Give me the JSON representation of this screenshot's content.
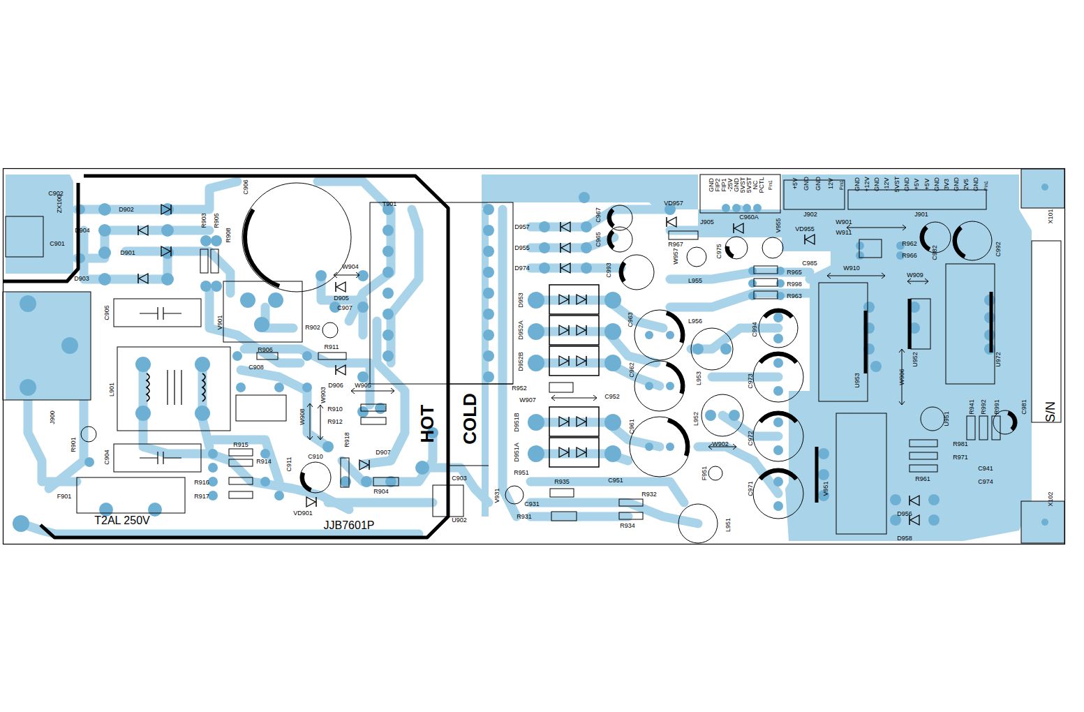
{
  "diagram": {
    "labels": [
      "ZX100",
      "C902",
      "C901",
      "D902",
      "D904",
      "D901",
      "D903",
      "R903",
      "R905",
      "R908",
      "C906",
      "T901",
      "W904",
      "D905",
      "C907",
      "R902",
      "V901",
      "C905",
      "L901",
      "J900",
      "R901",
      "C904",
      "F901",
      "T2AL 250V",
      "R906",
      "R911",
      "C908",
      "D906",
      "W905",
      "W903",
      "R910",
      "R912",
      "W908",
      "R918",
      "R915",
      "R914",
      "C911",
      "C910",
      "R916",
      "R917",
      "D907",
      "R904",
      "VD901",
      "JJB7601P",
      "HOT",
      "COLD",
      "C903",
      "U902",
      "D957",
      "D955",
      "D974",
      "C967",
      "C965",
      "C993",
      "D953",
      "D952A",
      "D952B",
      "R952",
      "W907",
      "C952",
      "D951B",
      "D951A",
      "R951",
      "R935",
      "C951",
      "V931",
      "C931",
      "R931",
      "R932",
      "R934",
      "VD957",
      "R967",
      "J905",
      "W957",
      "C975",
      "C960A",
      "V955",
      "VD955",
      "C985",
      "L955",
      "R965",
      "R998",
      "R963",
      "L956",
      "C963",
      "C962",
      "C961",
      "L953",
      "L952",
      "C994",
      "C973",
      "C972",
      "W902",
      "F951",
      "C971",
      "L951",
      "GND",
      "FIP2",
      "FIP1",
      "-25V",
      "GND",
      "5VST",
      "5VST",
      "NC",
      "PCTL",
      "Pin1",
      "+5V",
      "GND",
      "GND",
      "12V",
      "Pin1",
      "GND",
      "+12V",
      "GND",
      "-12V",
      "5VST",
      "GND",
      "+5V",
      "+5V",
      "GND",
      "3V3",
      "GND",
      "2V5",
      "GND",
      "Pin1",
      "J902",
      "J901",
      "W901",
      "W911",
      "R962",
      "R966",
      "W910",
      "W909",
      "C982",
      "C992",
      "X101",
      "U953",
      "W906",
      "U952",
      "U972",
      "R941",
      "R992",
      "R991",
      "C981",
      "S/N",
      "U951",
      "R981",
      "R971",
      "C941",
      "C974",
      "R961",
      "V951",
      "D956",
      "D958",
      "X102"
    ]
  }
}
